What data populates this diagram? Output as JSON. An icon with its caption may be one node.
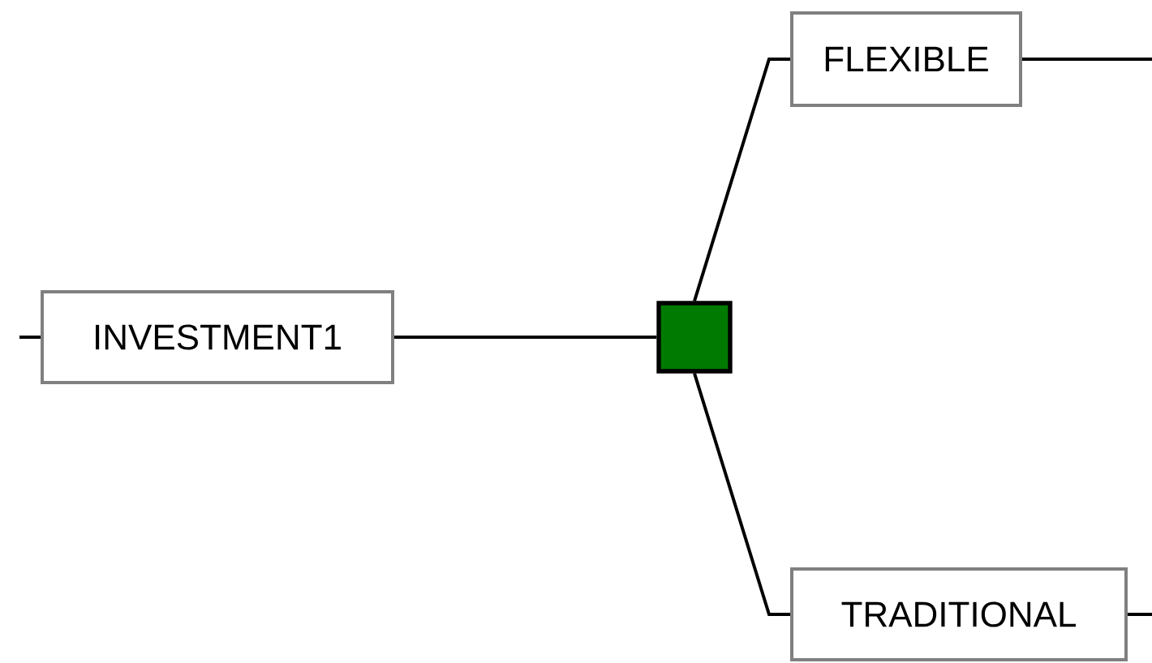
{
  "diagram": {
    "nodes": [
      {
        "text": [
          "INVESTMENT1"
        ]
      },
      {
        "text": [],
        "shape": "box"
      },
      {
        "text": [
          "FLEXIBLE"
        ]
      },
      {
        "text": [
          "TRADITIONAL"
        ]
      }
    ],
    "edges": [
      {
        "from": null,
        "to": 0,
        "arrow": "none"
      },
      {
        "from": 0,
        "to": 1,
        "arrow": "none"
      },
      {
        "from": 1,
        "to": 2,
        "arrow": "none"
      },
      {
        "from": 1,
        "to": 3,
        "arrow": "none"
      },
      {
        "from": 2,
        "to": null,
        "arrow": "none"
      },
      {
        "from": 3,
        "to": null,
        "arrow": "none"
      }
    ]
  }
}
